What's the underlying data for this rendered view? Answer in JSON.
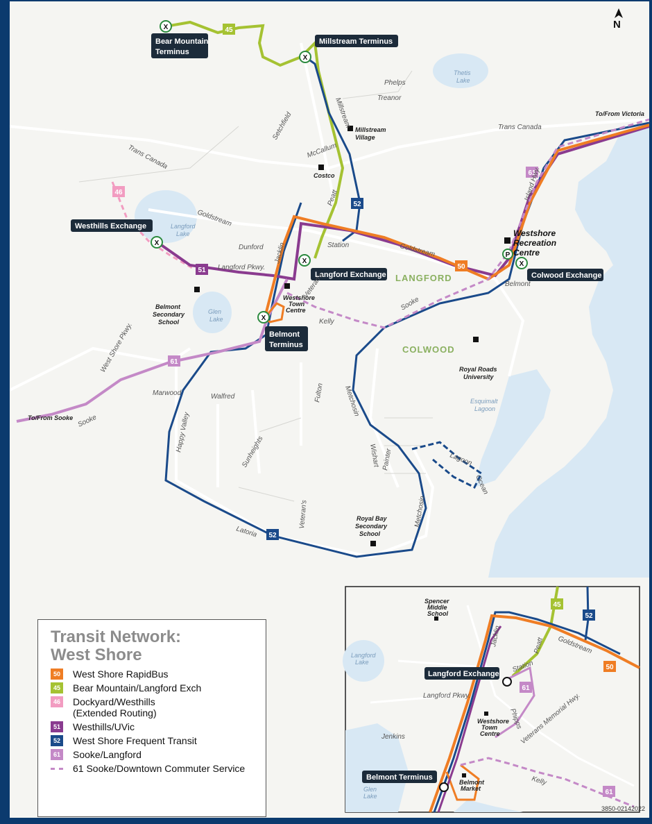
{
  "map": {
    "north_label": "N",
    "code": "3850-02142022",
    "colors": {
      "r50": "#ef7d24",
      "r45": "#a5c232",
      "r46": "#f29cc1",
      "r51": "#8a3b8f",
      "r52": "#1a4a8a",
      "r61": "#c489c7",
      "water": "#d8e8f4",
      "road": "#ffffff",
      "background": "#f5f5f2",
      "frame": "#0b3a6e"
    },
    "terminals": {
      "bear_mountain_1": "Bear Mountain",
      "bear_mountain_2": "Terminus",
      "millstream": "Millstream Terminus",
      "westhills": "Westhills Exchange",
      "langford": "Langford Exchange",
      "belmont_1": "Belmont",
      "belmont_2": "Terminus",
      "colwood": "Colwood Exchange",
      "inset_langford": "Langford Exchange",
      "inset_belmont": "Belmont Terminus"
    },
    "places": {
      "westshore_rec_1": "Westshore",
      "westshore_rec_2": "Recreation",
      "westshore_rec_3": "Centre",
      "langford": "LANGFORD",
      "colwood": "COLWOOD",
      "millstream_village_1": "Millstream",
      "millstream_village_2": "Village",
      "costco": "Costco",
      "belmont_ss_1": "Belmont",
      "belmont_ss_2": "Secondary",
      "belmont_ss_3": "School",
      "royal_roads_1": "Royal Roads",
      "royal_roads_2": "University",
      "royal_bay_1": "Royal Bay",
      "royal_bay_2": "Secondary",
      "royal_bay_3": "School",
      "wtc_1": "Westshore",
      "wtc_2": "Town",
      "wtc_3": "Centre",
      "to_victoria": "To/From Victoria",
      "to_sooke": "To/From Sooke"
    },
    "water_labels": {
      "thetis_1": "Thetis",
      "thetis_2": "Lake",
      "langford_lake_1": "Langford",
      "langford_lake_2": "Lake",
      "glen_lake_1": "Glen",
      "glen_lake_2": "Lake",
      "esquimalt_1": "Esquimalt",
      "esquimalt_2": "Lagoon"
    },
    "streets": {
      "phelps": "Phelps",
      "treanor": "Treanor",
      "millstream": "Millstream",
      "trans_canada_e": "Trans Canada",
      "trans_canada_w": "Trans Canada",
      "setchfield": "Setchfield",
      "mccallum": "McCallum",
      "goldstream_w": "Goldstream",
      "goldstream_e": "Goldstream",
      "peatt": "Peatt",
      "dunford": "Dunford",
      "jacklin": "Jacklin",
      "station": "Station",
      "langford_pkwy": "Langford Pkwy.",
      "veterans": "Veteran's",
      "kelly": "Kelly",
      "sooke_e": "Sooke",
      "sooke_w": "Sooke",
      "island_hwy": "Island Hwy.",
      "belmont": "Belmont",
      "west_shore_pkwy": "West Shore Pkwy.",
      "marwood": "Marwood",
      "walfred": "Walfred",
      "fulton": "Fulton",
      "happy_valley": "Happy Valley",
      "sunheights": "Sunheights",
      "metchosin_n": "Metchosin",
      "metchosin_s": "Metchosin",
      "wishart": "Wishart",
      "painter": "Painter",
      "lagoon": "Lagoon",
      "ocean": "Ocean",
      "latoria": "Latoria",
      "veterans_s": "Veteran's"
    },
    "inset": {
      "spencer_1": "Spencer",
      "spencer_2": "Middle",
      "spencer_3": "School",
      "langford_lake_1": "Langford",
      "langford_lake_2": "Lake",
      "glen_lake_1": "Glen",
      "glen_lake_2": "Lake",
      "jacklin": "Jacklin",
      "peatt": "Peatt",
      "goldstream": "Goldstream",
      "station": "Station",
      "langford_pkwy": "Langford Pkwy.",
      "phipps": "Phipps",
      "jenkins": "Jenkins",
      "wtc_1": "Westshore",
      "wtc_2": "Town",
      "wtc_3": "Centre",
      "belmont_market_1": "Belmont",
      "belmont_market_2": "Market",
      "veterans_memorial": "Veterans Memorial Hwy.",
      "kelly": "Kelly"
    },
    "route_badges": {
      "r45": "45",
      "r46": "46",
      "r50": "50",
      "r51": "51",
      "r52": "52",
      "r61": "61"
    }
  },
  "legend": {
    "title_1": "Transit Network:",
    "title_2": "West Shore",
    "items": [
      {
        "code": "50",
        "label": "West Shore RapidBus",
        "color": "#ef7d24"
      },
      {
        "code": "45",
        "label": "Bear Mountain/Langford Exch",
        "color": "#a5c232"
      },
      {
        "code": "46",
        "label": "Dockyard/Westhills",
        "label2": "(Extended Routing)",
        "color": "#f29cc1"
      },
      {
        "code": "51",
        "label": "Westhills/UVic",
        "color": "#8a3b8f"
      },
      {
        "code": "52",
        "label": "West Shore Frequent Transit",
        "color": "#1a4a8a"
      },
      {
        "code": "61",
        "label": "Sooke/Langford",
        "color": "#c489c7"
      }
    ],
    "dashed_label": "61 Sooke/Downtown Commuter Service"
  }
}
